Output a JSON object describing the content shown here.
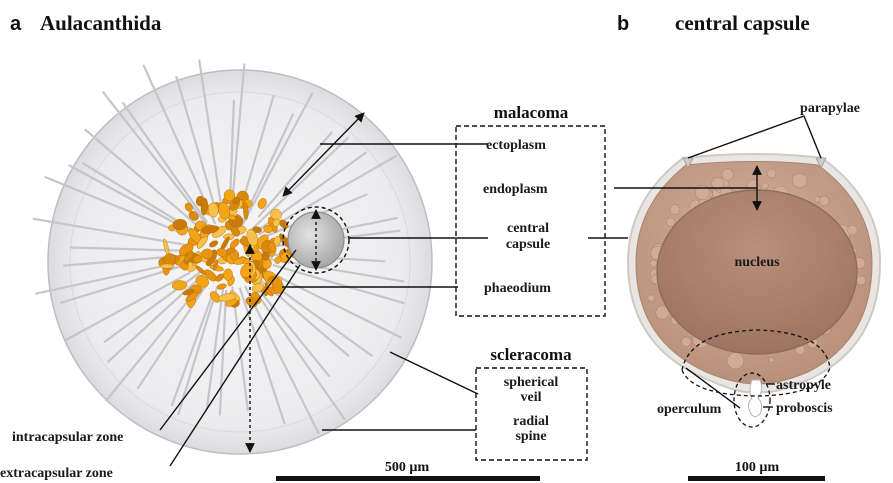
{
  "panel_a": {
    "letter": "a",
    "title": "Aulacanthida",
    "labels": {
      "ectoplasm": "ectoplasm",
      "endoplasm": "endoplasm",
      "central_capsule_line1": "central",
      "central_capsule_line2": "capsule",
      "phaeodium": "phaeodium",
      "spherical_veil_line1": "spherical",
      "spherical_veil_line2": "veil",
      "radial_spine_line1": "radial",
      "radial_spine_line2": "spine",
      "intracapsular_zone": "intracapsular zone",
      "extracapsular_zone": "extracapsular zone"
    },
    "groups": {
      "malacoma": "malacoma",
      "scleracoma": "scleracoma"
    },
    "scale_bar": "500 µm"
  },
  "panel_b": {
    "letter": "b",
    "title": "central capsule",
    "labels": {
      "parapylae": "parapylae",
      "nucleus": "nucleus",
      "astropyle": "astropyle",
      "operculum": "operculum",
      "proboscis": "proboscis"
    },
    "scale_bar": "100 µm"
  },
  "colors": {
    "veil": "#e6e6e8",
    "veil_stroke": "#b8b8bc",
    "spine": "#c9c9cc",
    "phaeodium": "#f2a516",
    "phaeodium_dark": "#c87a0a",
    "capsule_outer": "#c79b82",
    "nucleus": "#a8806b"
  }
}
